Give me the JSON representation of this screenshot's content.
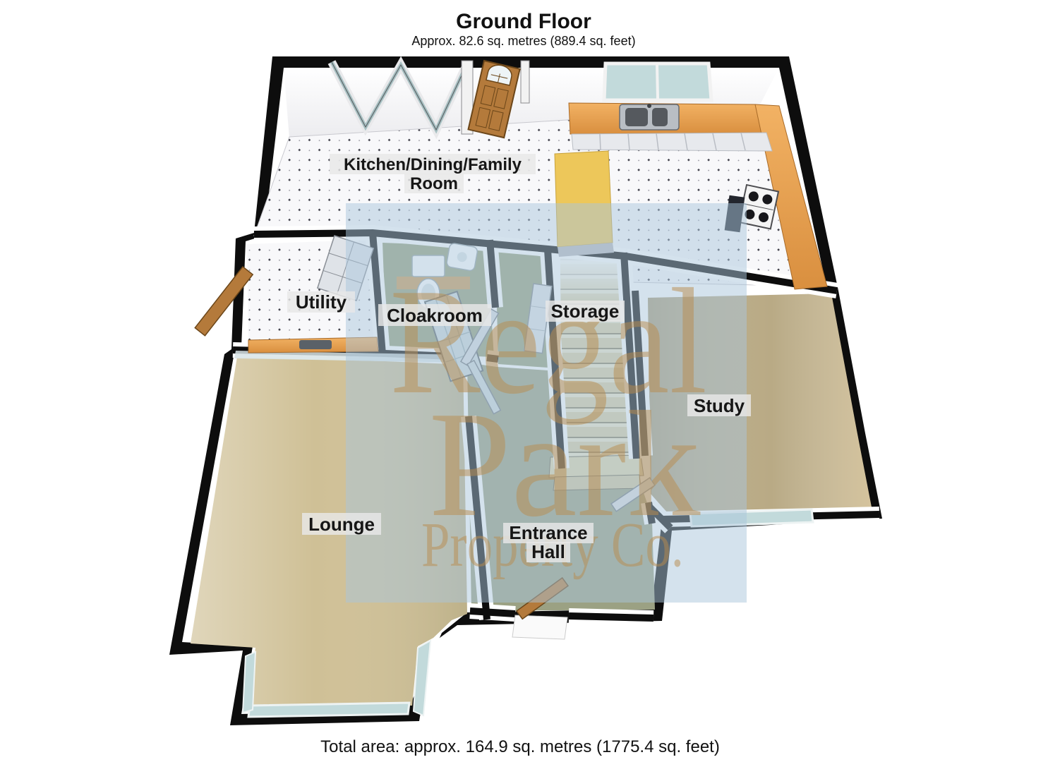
{
  "header": {
    "title": "Ground Floor",
    "subtitle": "Approx. 82.6 sq. metres (889.4 sq. feet)"
  },
  "footer": {
    "total_area": "Total area: approx. 164.9 sq. metres (1775.4 sq. feet)"
  },
  "rooms": {
    "kitchen": {
      "line1": "Kitchen/Dining/Family",
      "line2": "Room"
    },
    "utility": {
      "label": "Utility"
    },
    "cloakroom": {
      "label": "Cloakroom"
    },
    "storage": {
      "label": "Storage"
    },
    "study": {
      "label": "Study"
    },
    "lounge": {
      "label": "Lounge"
    },
    "hall": {
      "line1": "Entrance",
      "line2": "Hall"
    }
  },
  "watermark": {
    "word1": "Regal",
    "word2": "Park",
    "word3": "Property Co."
  },
  "colors": {
    "wall": "#0d0d0d",
    "tile_floor": "#f8f8fa",
    "tile_dot": "#3e3e48",
    "counter": "#e59a4a",
    "island": "#edc75a",
    "cabinet": "#e7e9ed",
    "carpet_lounge": "#cfc096",
    "carpet_study": "#b9aa85",
    "carpet_hall": "#9ba183",
    "carpet_cloak": "#96a07c",
    "stairs": "#d8cda4",
    "glass": "#c2dadb",
    "door_wood": "#b47a3b",
    "watermark_panel": "#a9c6dc",
    "watermark_text": "#b98c4e",
    "label_bg": "#e8e8e8"
  }
}
